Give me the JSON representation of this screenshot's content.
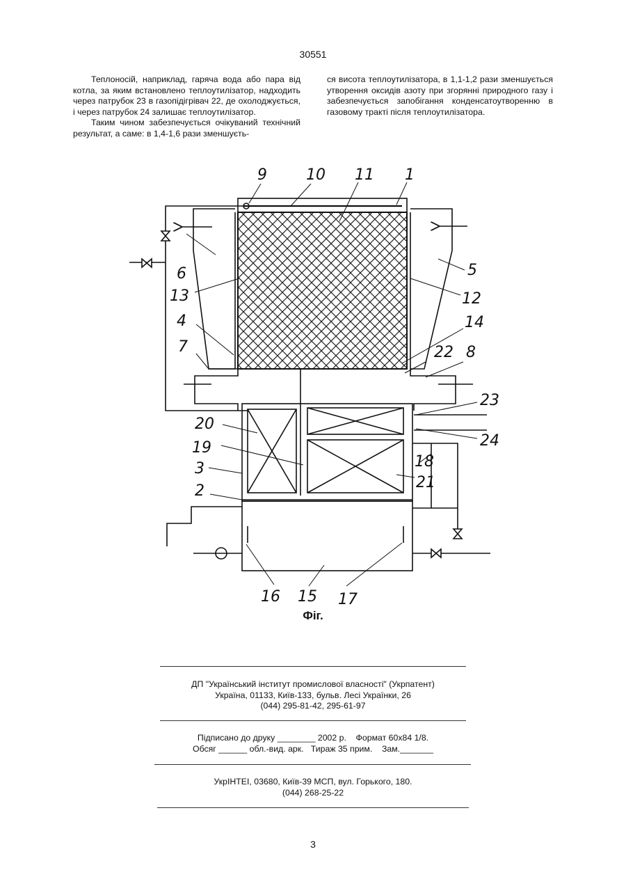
{
  "header": {
    "doc_number": "30551"
  },
  "body_text": {
    "left": [
      "Теплоносій, наприклад, гаряча вода або пара від котла, за яким встановлено теплоутилізатор, надходить через патрубок 23 в газопідігрівач 22, де охолоджується, і через патрубок 24 залишає теплоутилізатор.",
      "Таким чином забезпечується очікуваний технічний результат, а саме: в 1,4-1,6 рази зменшуєть-"
    ],
    "right": [
      "ся висота теплоутилізатора, в 1,1-1,2 рази зменшується утворення оксидів азоту при згорянні природного газу і забезпечується запобігання конденсатоутворенню в газовому тракті після теплоутилізатора."
    ]
  },
  "figure": {
    "caption": "Фіг.",
    "labels": [
      "9",
      "10",
      "11",
      "1",
      "6",
      "5",
      "13",
      "12",
      "4",
      "14",
      "7",
      "22",
      "8",
      "23",
      "24",
      "20",
      "19",
      "18",
      "3",
      "21",
      "2",
      "16",
      "15",
      "17"
    ]
  },
  "footer": {
    "publisher": [
      "ДП \"Український інститут промислової власності\" (Укрпатент)",
      "Україна, 01133, Київ-133, бульв. Лесі Українки, 26",
      "(044) 295-81-42, 295-61-97"
    ],
    "print_info": [
      "Підписано до друку ________ 2002 р.    Формат 60х84 1/8.",
      "Обсяг ______ обл.-вид. арк.   Тираж 35 прим.    Зам._______"
    ],
    "printer": [
      "УкрІНТЕІ, 03680, Київ-39 МСП, вул. Горького, 180.",
      "(044) 268-25-22"
    ]
  },
  "page_number": "3"
}
